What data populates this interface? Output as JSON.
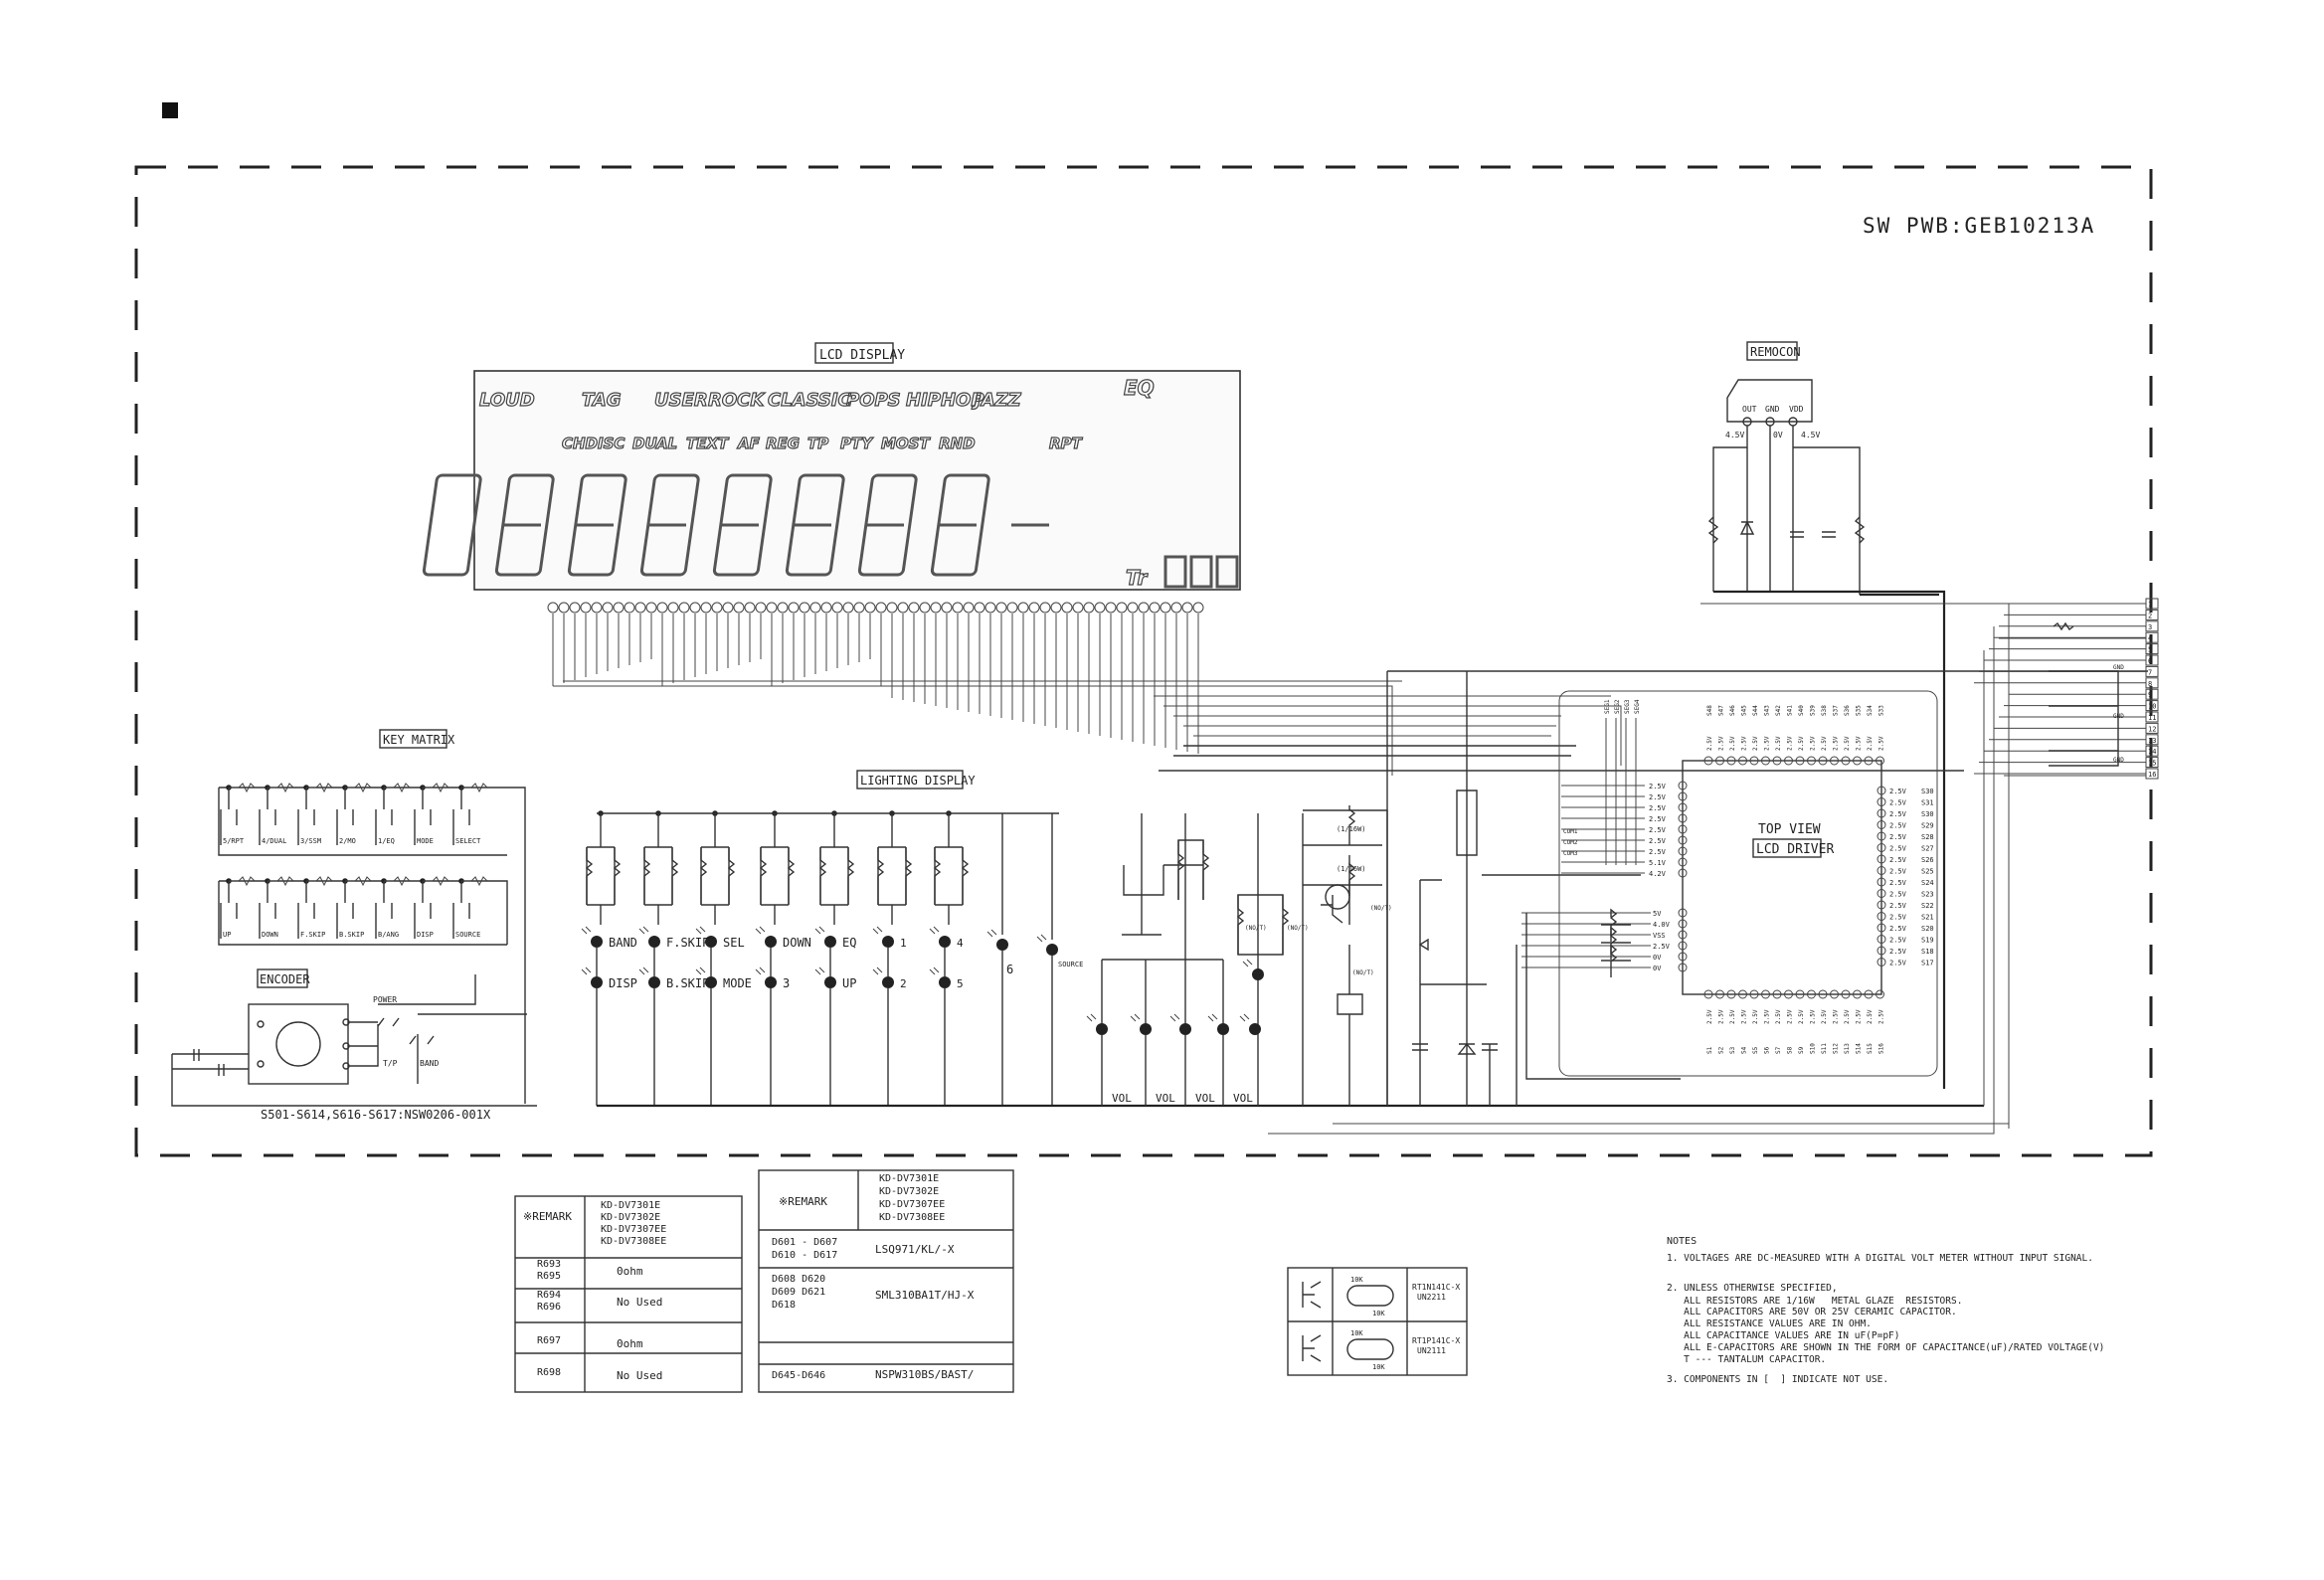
{
  "board_title": "SW PWB:GEB10213A",
  "sections": {
    "lcd_display": "LCD DISPLAY",
    "remocon": "REMOCON",
    "key_matrix": "KEY MATRIX",
    "lighting_display": "LIGHTING DISPLAY",
    "encoder": "ENCODER",
    "lcd_driver_top": "TOP VIEW",
    "lcd_driver": "LCD DRIVER"
  },
  "lcd_icons": {
    "row1": [
      "LOUD",
      "TAG",
      "USER",
      "ROCK",
      "CLASSIC",
      "POPS",
      "HIPHOP",
      "JAZZ",
      "EQ"
    ],
    "row2": [
      "CHDISC",
      "DUAL",
      "TEXT",
      "AF",
      "REG",
      "TP",
      "PTY",
      "MOST",
      "RND",
      "RPT"
    ],
    "tr": "Tr"
  },
  "remocon_pins": [
    "OUT",
    "GND",
    "VDD"
  ],
  "remocon_volts": [
    "4.5V",
    "0V",
    "4.5V"
  ],
  "key_labels_row1": [
    "5/RPT",
    "4/DUAL",
    "3/SSM",
    "2/MO",
    "1/EQ",
    "MODE",
    "SELECT"
  ],
  "key_labels_row2": [
    "UP",
    "DOWN",
    "F.SKIP",
    "B.SKIP",
    "B/ANG",
    "DISP",
    "SOURCE"
  ],
  "encoder_labels": [
    "POWER",
    "T/P",
    "BAND"
  ],
  "switch_part": "S501-S614,S616-S617:NSW0206-001X",
  "led_labels_top": [
    "BAND",
    "F.SKIP",
    "SEL",
    "DOWN",
    "EQ",
    "1",
    "4"
  ],
  "led_labels_bottom": [
    "DISP",
    "B.SKIP",
    "MODE",
    "3",
    "UP",
    "2",
    "5"
  ],
  "led_extra": [
    "6",
    "SOURCE"
  ],
  "vol_labels": [
    "VOL",
    "VOL",
    "VOL",
    "VOL"
  ],
  "transistor_labels": [
    "(1/16W)",
    "(1/16W)",
    "(NO/T)",
    "(NO/T)",
    "(NO/T)",
    "(NO/T)"
  ],
  "driver_left_volts": [
    "2.5V",
    "2.5V",
    "2.5V",
    "2.5V",
    "2.5V",
    "2.5V",
    "2.5V",
    "5.1V",
    "4.2V"
  ],
  "driver_left_com": [
    "COM1",
    "COM2",
    "COM3"
  ],
  "driver_left_bottom": [
    "5V",
    "4.0V",
    "VSS",
    "2.5V",
    "0V",
    "0V"
  ],
  "driver_right_pins": [
    "S30",
    "S31",
    "S30",
    "S29",
    "S28",
    "S27",
    "S26",
    "S25",
    "S24",
    "S23",
    "S22",
    "S21",
    "S20",
    "S19",
    "S18",
    "S17"
  ],
  "driver_top_pins": [
    "S48",
    "S47",
    "S46",
    "S45",
    "S44",
    "S43",
    "S42",
    "S41",
    "S40",
    "S39",
    "S38",
    "S37",
    "S36",
    "S35",
    "S34",
    "S33"
  ],
  "driver_top_left_pins": [
    "SEG1",
    "SEG2",
    "SEG3",
    "SEG4"
  ],
  "driver_bottom_pins": [
    "S1",
    "S2",
    "S3",
    "S4",
    "S5",
    "S6",
    "S7",
    "S8",
    "S9",
    "S10",
    "S11",
    "S12",
    "S13",
    "S14",
    "S15",
    "S16"
  ],
  "connector_pins": [
    "1",
    "2",
    "3",
    "4",
    "5",
    "6",
    "7",
    "8",
    "9",
    "10",
    "11",
    "12",
    "13",
    "14",
    "15",
    "16"
  ],
  "connector_gnd": [
    "GND",
    "GND",
    "GND"
  ],
  "table1": {
    "remark": "※REMARK",
    "models": [
      "KD-DV7301E",
      "KD-DV7302E",
      "KD-DV7307EE",
      "KD-DV7308EE"
    ],
    "rows": [
      {
        "parts": [
          "R693",
          "R695"
        ],
        "value": "0ohm"
      },
      {
        "parts": [
          "R694",
          "R696"
        ],
        "value": "No Used"
      },
      {
        "parts": [
          "R697"
        ],
        "value": "0ohm"
      },
      {
        "parts": [
          "R698"
        ],
        "value": "No Used"
      }
    ]
  },
  "table2": {
    "remark": "※REMARK",
    "models": [
      "KD-DV7301E",
      "KD-DV7302E",
      "KD-DV7307EE",
      "KD-DV7308EE"
    ],
    "rows": [
      {
        "parts": [
          "D601 - D607",
          "D610 - D617"
        ],
        "value": "LSQ971/KL/-X"
      },
      {
        "parts": [
          "D608  D620",
          "D609  D621",
          "D618"
        ],
        "value": "SML310BA1T/HJ-X"
      },
      {
        "parts": [
          "D645-D646"
        ],
        "value": "NSPW310BS/BAST/"
      }
    ]
  },
  "transistor_table": [
    {
      "top": "10K",
      "bottom": "10K",
      "part1": "RT1N141C-X",
      "part2": "UN2211"
    },
    {
      "top": "10K",
      "bottom": "10K",
      "part1": "RT1P141C-X",
      "part2": "UN2111"
    }
  ],
  "notes": {
    "title": "NOTES",
    "lines": [
      "1. VOLTAGES ARE DC-MEASURED WITH A DIGITAL VOLT METER WITHOUT INPUT SIGNAL.",
      "2. UNLESS OTHERWISE SPECIFIED,",
      "   ALL RESISTORS ARE 1/16W   METAL GLAZE  RESISTORS.",
      "   ALL CAPACITORS ARE 50V OR 25V CERAMIC CAPACITOR.",
      "   ALL RESISTANCE VALUES ARE IN OHM.",
      "   ALL CAPACITANCE VALUES ARE IN uF(P=pF)",
      "   ALL E-CAPACITORS ARE SHOWN IN THE FORM OF CAPACITANCE(uF)/RATED VOLTAGE(V)",
      "   T --- TANTALUM CAPACITOR.",
      "3. COMPONENTS IN [  ] INDICATE NOT USE."
    ]
  }
}
